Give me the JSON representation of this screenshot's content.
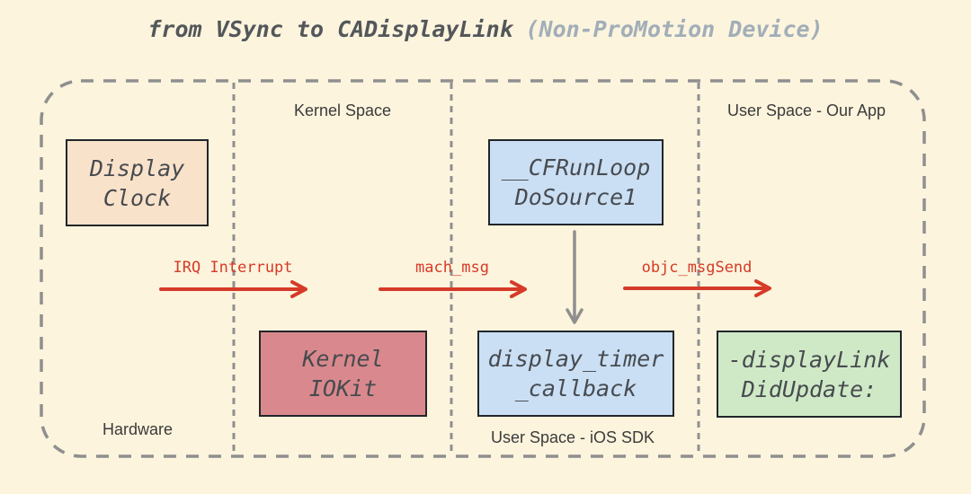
{
  "title": {
    "main": "from VSync to CADisplayLink",
    "paren": "(Non-ProMotion Device)"
  },
  "regions": [
    {
      "id": "hardware",
      "label": "Hardware"
    },
    {
      "id": "kernel-space",
      "label": "Kernel Space"
    },
    {
      "id": "user-space-ios-sdk",
      "label": "User Space - iOS SDK"
    },
    {
      "id": "user-space-our-app",
      "label": "User Space - Our App"
    }
  ],
  "nodes": [
    {
      "id": "display-clock",
      "label": "Display\nClock",
      "fill": "#f9e2ca"
    },
    {
      "id": "cfrunloop-dosource1",
      "label": "__CFRunLoop\nDoSource1",
      "fill": "#cadff4"
    },
    {
      "id": "kernel-iokit",
      "label": "Kernel\nIOKit",
      "fill": "#d9898d"
    },
    {
      "id": "display-timer-callback",
      "label": "display_timer\n_callback",
      "fill": "#cadff4"
    },
    {
      "id": "displaylink-didupdate",
      "label": "-displayLink\nDidUpdate:",
      "fill": "#cfe9c6"
    }
  ],
  "arrows": [
    {
      "id": "irq-interrupt",
      "label": "IRQ Interrupt",
      "color": "#d63a28"
    },
    {
      "id": "mach-msg",
      "label": "mach_msg",
      "color": "#d63a28"
    },
    {
      "id": "objc-msgsend",
      "label": "objc_msgSend",
      "color": "#d63a28"
    },
    {
      "id": "runloop-to-callback",
      "label": "",
      "color": "#8f8f8f"
    }
  ],
  "colors": {
    "background": "#fcf4dd",
    "frame_dash": "#8f8f8f",
    "node_border": "#22252a",
    "node_text": "#474b50",
    "title_main": "#53575a",
    "title_paren": "#a2aeb8",
    "arrow_red": "#d63a28",
    "arrow_gray": "#8f8f8f"
  }
}
